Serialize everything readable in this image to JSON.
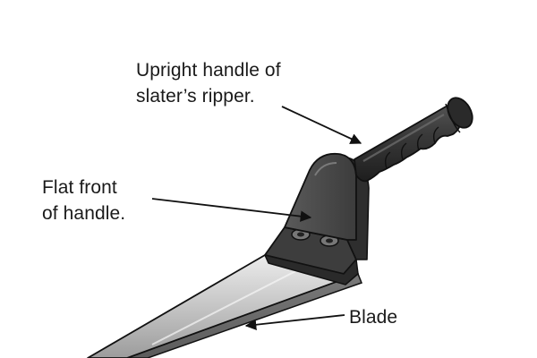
{
  "labels": {
    "upright_handle": [
      "Upright handle of",
      "slater’s ripper."
    ],
    "flat_front": [
      "Flat front",
      "of handle."
    ],
    "blade": "Blade"
  },
  "colors": {
    "background": "#ffffff",
    "text": "#1a1a1a",
    "handle_dark": "#2b2b2b",
    "handle_mid": "#474747",
    "bracket": "#4f4f4f",
    "blade_light": "#d8d8d8",
    "blade_mid": "#a9a9a9",
    "outline": "#111111"
  }
}
